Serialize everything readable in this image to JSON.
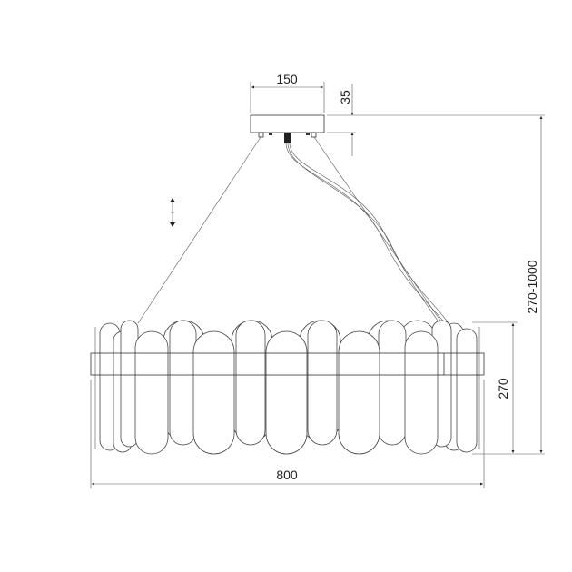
{
  "dimensions": {
    "canopy_width": "150",
    "canopy_height": "35",
    "overall_height": "270-1000",
    "body_height": "270",
    "diameter": "800"
  },
  "icons": [
    "height-adjustable-icon"
  ]
}
